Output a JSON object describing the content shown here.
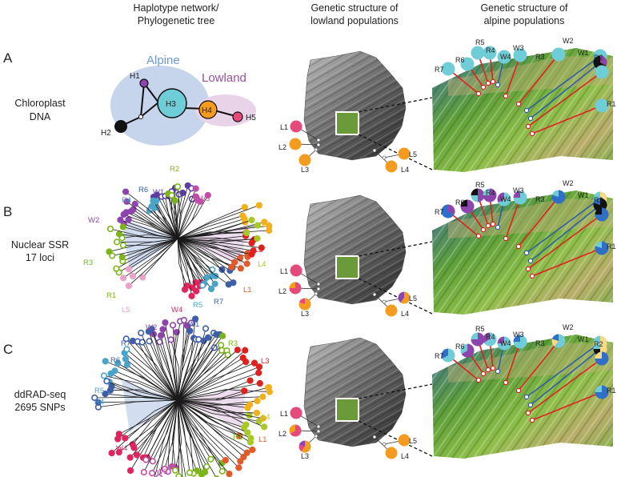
{
  "headers": {
    "col1": [
      "Haplotype network/",
      "Phylogenetic tree"
    ],
    "col2": [
      "Genetic structure of",
      "lowland populations"
    ],
    "col3": [
      "Genetic structure of",
      "alpine populations"
    ]
  },
  "rows": [
    {
      "letter": "A",
      "label": [
        "Chloroplast",
        "DNA"
      ]
    },
    {
      "letter": "B",
      "label": [
        "Nuclear SSR",
        "17 loci"
      ]
    },
    {
      "letter": "C",
      "label": [
        "ddRAD-seq",
        "2695 SNPs"
      ]
    }
  ],
  "network": {
    "groups": {
      "alpine": "Alpine",
      "lowland": "Lowland"
    },
    "nodes": [
      "H1",
      "H2",
      "H3",
      "H4",
      "H5"
    ]
  },
  "colors": {
    "alpine_bg": "#c7d5ec",
    "lowland_bg": "#e8d3e8",
    "alpine_text": "#6b9bd2",
    "lowland_text": "#9b4f9b",
    "h1": "#8e44ad",
    "h2": "#111111",
    "h3": "#6fcdd8",
    "h4": "#f39c1f",
    "h5": "#e64a7b",
    "red_line": "#e0201e",
    "blue_line": "#2f5da8"
  },
  "tree_labels": {
    "B": [
      "W1",
      "R2",
      "W3",
      "R4",
      "R6",
      "W2",
      "R3",
      "R1",
      "L5",
      "W4",
      "R5",
      "R7",
      "L1",
      "L3",
      "L4",
      "L2"
    ],
    "C": [
      "W2",
      "W1",
      "R3",
      "R7",
      "R6",
      "R5",
      "R4",
      "W4",
      "W3",
      "R2",
      "R1",
      "L1",
      "L4",
      "L2",
      "L3"
    ]
  },
  "lowland_sites": [
    "L1",
    "L2",
    "L3",
    "L4",
    "L5"
  ],
  "alpine_sites": [
    "R7",
    "R6",
    "R5",
    "R4",
    "W4",
    "W3",
    "R3",
    "W2",
    "W1",
    "R2",
    "R1"
  ]
}
